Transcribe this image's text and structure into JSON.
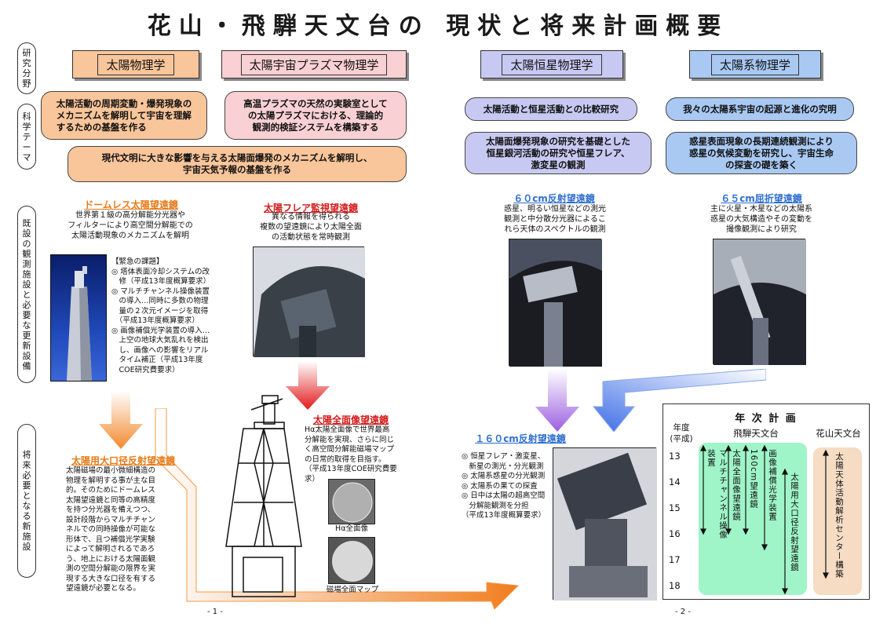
{
  "title": "花山・飛騨天文台の 現状と将来計画概要",
  "side_labels": {
    "research": [
      "研",
      "究",
      "分",
      "野"
    ],
    "theme": [
      "科",
      "学",
      "テ",
      "ー",
      "マ"
    ],
    "existing": [
      "既",
      "設",
      "の",
      "観",
      "測",
      "施",
      "設",
      "と",
      "必",
      "要",
      "な",
      "更",
      "新",
      "設",
      "備"
    ],
    "future": [
      "将",
      "来",
      "必",
      "要",
      "と",
      "な",
      "る",
      "新",
      "施",
      "設"
    ]
  },
  "fields": {
    "solar": "太陽物理学",
    "plasma": "太陽宇宙プラズマ物理学",
    "stellar": "太陽恒星物理学",
    "system": "太陽系物理学"
  },
  "themes": {
    "t1": "太陽活動の周期変動・爆発現象の\nメカニズムを解明して宇宙を理解\nするための基盤を作る",
    "t2": "高温プラズマの天然の実験室として\nの太陽プラズマにおける、理論的\n観測的検証システムを構築する",
    "t3": "現代文明に大きな影響を与える太陽面爆発のメカニズムを解明し、\n宇宙天気予報の基盤を作る",
    "t4": "太陽活動と恒星活動との比較研究",
    "t5": "太陽面爆発現象の研究を基礎とした\n恒星銀河活動の研究や恒星フレア、\n激変星の観測",
    "t6": "我々の太陽系宇宙の起源と進化の究明",
    "t7": "惑星表面現象の長期連続観測により\n惑星の気候変動を研究し、宇宙生命\nの探査の礎を築く"
  },
  "telescopes": {
    "domeless": {
      "title": "ドームレス太陽望遠鏡",
      "desc": "世界第１級の高分解能分光器や\nフィルターにより高空間分解能での\n太陽活動現象のメカニズムを解明",
      "issues": "【緊急の課題】\n◎ 塔体表面冷却システムの改\n　修（平成13年度概算要求）\n◎ マルチチャンネル操像装置\n　の導入…同時に多数の物理\n　量の２次元イメージを取得\n　（平成13年度概算要求）\n◎ 画像補償光学装置の導入…\n　上空の地球大気乱れを検出\n　し、画像への影響をリアル\n　タイム補正（平成13年度\n　COE研究費要求）"
    },
    "flare": {
      "title": "太陽フレア監視望遠鏡",
      "desc": "異なる情報を得られる\n複数の望遠鏡により太陽全面\nの活動状態を常時観測"
    },
    "r60": {
      "title": "６０cm反射望遠鏡",
      "desc": "惑星、明るい恒星などの測光\n観測と中分散分光器によるこ\nれら天体のスペクトルの観測"
    },
    "r65": {
      "title": "６５cm屈折望遠鏡",
      "desc": "主に火星・木星などの太陽系\n惑星の大気構造やその変動を\n撮像観測により研究"
    },
    "fulldisk": {
      "title": "太陽全面像望遠鏡",
      "desc": "Hα太陽全面像で世界最高\n分解能を実現、さらに同じ\nく高空間分解能磁場マップ\nの日常的取得を目指す。\n（平成13年度COE研究費要求）",
      "img1": "Hα全面像",
      "img2": "磁場全面マップ"
    },
    "large": {
      "title": "太陽用大口径反射望遠鏡",
      "desc": "太陽磁場の最小微細構造の\n物理を解明する事が主な目\n的。そのためにドームレス\n太陽望遠鏡と同等の高精度\nを持つ分光器を備えつつ、\n設計段階からマルチチャン\nネルでの同時操像が可能な\n形体で、且つ補償光学実験\nによって解明されるであろ\nう、地上における太陽面観\n測の空間分解能の限界を実\n現する大きな口径を有する\n望遠鏡が必要となる。"
    },
    "r160": {
      "title": "１６０cm反射望遠鏡",
      "desc": "◎ 恒星フレア・激変星、\n　新星の測光・分光観測\n◎ 太陽系惑星の分光観測\n◎ 太陽系の果ての探査\n◎ 日中は太陽の超高空間\n　分解能観測を分担\n（平成13年度概算要求）"
    }
  },
  "plan": {
    "title": "年 次 計 画",
    "year_header": "年度\n(平成)",
    "col1": "飛騨天文台",
    "col2": "花山天文台",
    "years": [
      "13",
      "14",
      "15",
      "16",
      "17",
      "18"
    ],
    "items": [
      "マルチチャンネル操像装置",
      "太陽全面像望遠鏡",
      "160cm望遠鏡",
      "画像補償光学装置",
      "太陽用大口径反射望遠鏡"
    ],
    "kwasan": "太陽天体活動解析センター構築"
  },
  "page_numbers": [
    "- 1 -",
    "- 2 -"
  ],
  "colors": {
    "orange": "#f9c59a",
    "pink": "#f9d0d4",
    "lavender": "#c8c9f2",
    "blue": "#a9c9f3",
    "green": "#9ff5c8",
    "peach": "#f5dcc3"
  }
}
